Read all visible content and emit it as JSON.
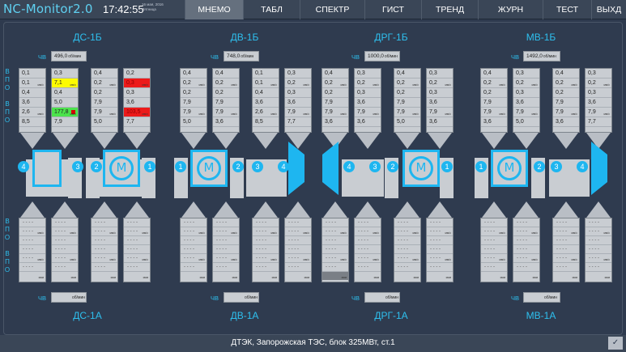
{
  "header": {
    "app_title": "NC-Monitor2.0",
    "time": "17:42:55",
    "date_line1": "16 мая, 2016",
    "date_line2": "Пятница",
    "tabs": [
      "МНЕМО",
      "ТАБЛ",
      "СПЕКТР",
      "ГИСТ",
      "ТРЕНД",
      "ЖУРН",
      "ТЕСТ",
      "ВЫХД"
    ],
    "active_tab": "МНЕМО"
  },
  "units": {
    "speed_label": "ЧВ",
    "speed_unit": "об/мин",
    "vel_unit": "мм/с",
    "disp_unit": "мкм",
    "side_top": [
      "В",
      "П",
      "О",
      "",
      "В",
      "П",
      "О"
    ],
    "side_bottom": [
      "В",
      "П",
      "О",
      "",
      "В",
      "П",
      "О"
    ],
    "blank": "- - - -",
    "motor_letter": "М"
  },
  "machines": [
    {
      "top_title": "ДС-1Б",
      "bottom_title": "ДС-1А",
      "speed": "496,0",
      "blocks": [
        [
          "0,1",
          "0,1",
          "0,4",
          "3,6",
          "2,6",
          "8,5"
        ],
        [
          "0,3",
          "7,1",
          "0,4",
          "5,0",
          "177,8",
          "7,9"
        ],
        [
          "0,4",
          "0,2",
          "0,2",
          "7,9",
          "7,9",
          "5,0"
        ],
        [
          "0,2",
          "0,3",
          "0,3",
          "3,6",
          "103,5",
          "7,7"
        ]
      ],
      "bearing_nums": [
        "4",
        "3",
        "2",
        "1"
      ]
    },
    {
      "top_title": "ДВ-1Б",
      "bottom_title": "ДВ-1А",
      "speed": "748,0",
      "blocks": [
        [
          "0,4",
          "0,2",
          "0,2",
          "7,9",
          "7,9",
          "5,0"
        ],
        [
          "0,4",
          "0,2",
          "0,2",
          "7,9",
          "7,9",
          "3,6"
        ],
        [
          "0,1",
          "0,1",
          "0,4",
          "3,6",
          "2,6",
          "8,5"
        ],
        [
          "0,3",
          "0,2",
          "0,3",
          "3,6",
          "7,9",
          "7,7"
        ]
      ],
      "bearing_nums": [
        "1",
        "2",
        "3",
        "4"
      ]
    },
    {
      "top_title": "ДРГ-1Б",
      "bottom_title": "ДРГ-1А",
      "speed": "1000,0",
      "blocks": [
        [
          "0,4",
          "0,2",
          "0,2",
          "7,9",
          "7,9",
          "3,6"
        ],
        [
          "0,3",
          "0,2",
          "0,3",
          "3,6",
          "7,9",
          "3,6"
        ],
        [
          "0,4",
          "0,2",
          "0,2",
          "7,9",
          "7,9",
          "5,0"
        ],
        [
          "0,3",
          "0,2",
          "0,3",
          "3,6",
          "7,9",
          "3,6"
        ]
      ],
      "bearing_nums": [
        "4",
        "3",
        "2",
        "1"
      ]
    },
    {
      "top_title": "МВ-1Б",
      "bottom_title": "МВ-1А",
      "speed": "1492,0",
      "blocks": [
        [
          "0,4",
          "0,2",
          "0,2",
          "7,9",
          "7,9",
          "3,6"
        ],
        [
          "0,3",
          "0,2",
          "0,3",
          "3,6",
          "7,9",
          "5,0"
        ],
        [
          "0,4",
          "0,2",
          "0,2",
          "7,9",
          "7,9",
          "3,6"
        ],
        [
          "0,3",
          "0,2",
          "0,3",
          "3,6",
          "7,9",
          "7,7"
        ]
      ],
      "bearing_nums": [
        "1",
        "2",
        "3",
        "4"
      ]
    }
  ],
  "status_colors": {
    "warn": "#fdfb00",
    "ok": "#4ce34c",
    "alarm": "#ec1a1a",
    "accent": "#1eb6f0"
  },
  "footer": {
    "text": "ДТЭК, Запорожская ТЭС, блок 325МВт,  ст.1",
    "button_icon": "check-icon"
  }
}
